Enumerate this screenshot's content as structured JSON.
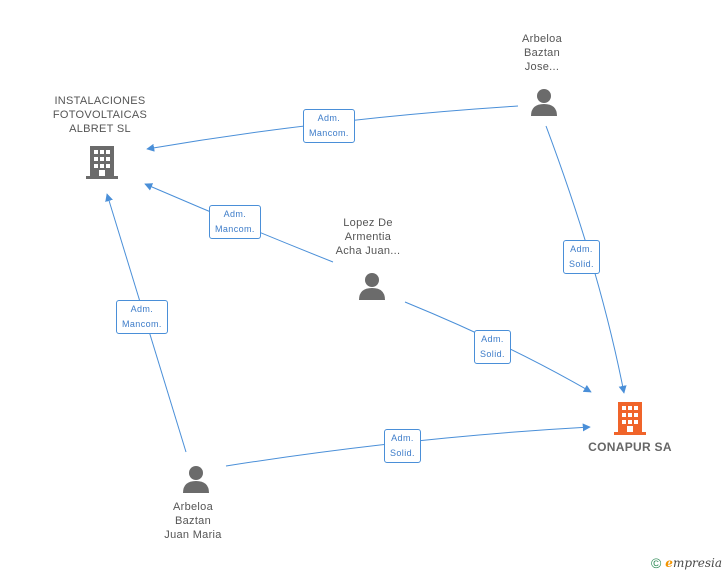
{
  "nodes": {
    "instalaciones": {
      "lines": [
        "INSTALACIONES",
        "FOTOVOLTAICAS",
        "ALBRET SL"
      ],
      "kind": "company"
    },
    "conapur": {
      "lines": [
        "CONAPUR SA"
      ],
      "kind": "company"
    },
    "arbeloa_jose": {
      "lines": [
        "Arbeloa",
        "Baztan",
        "Jose..."
      ],
      "kind": "person"
    },
    "lopez": {
      "lines": [
        "Lopez De",
        "Armentia",
        "Acha Juan..."
      ],
      "kind": "person"
    },
    "arbeloa_juan": {
      "lines": [
        "Arbeloa",
        "Baztan",
        "Juan Maria"
      ],
      "kind": "person"
    }
  },
  "edges": [
    {
      "id": "e1",
      "from": "arbeloa_jose",
      "to": "instalaciones",
      "label": [
        "Adm.",
        "Mancom."
      ]
    },
    {
      "id": "e2",
      "from": "lopez",
      "to": "instalaciones",
      "label": [
        "Adm.",
        "Mancom."
      ]
    },
    {
      "id": "e3",
      "from": "arbeloa_juan",
      "to": "instalaciones",
      "label": [
        "Adm.",
        "Mancom."
      ]
    },
    {
      "id": "e4",
      "from": "arbeloa_jose",
      "to": "conapur",
      "label": [
        "Adm.",
        "Solid."
      ]
    },
    {
      "id": "e5",
      "from": "lopez",
      "to": "conapur",
      "label": [
        "Adm.",
        "Solid."
      ]
    },
    {
      "id": "e6",
      "from": "arbeloa_juan",
      "to": "conapur",
      "label": [
        "Adm.",
        "Solid."
      ]
    }
  ],
  "colors": {
    "edge": "#4a8fd8",
    "company_icon": "#6b6b6b",
    "target_icon": "#f0642a",
    "person_icon": "#6b6b6b"
  },
  "footer": {
    "copyright": "©",
    "brand_initial": "e",
    "brand_rest": "mpresia"
  }
}
